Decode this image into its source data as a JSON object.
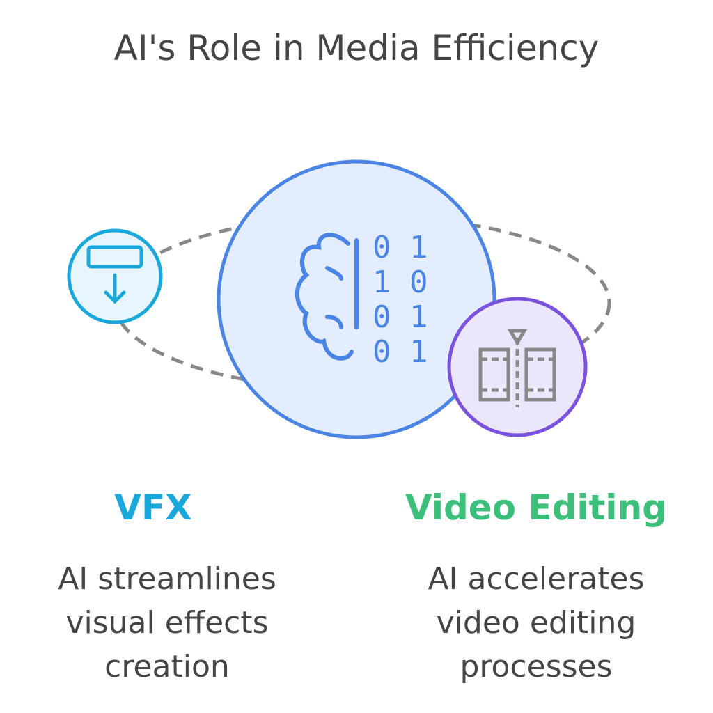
{
  "title": "AI's Role in Media Efficiency",
  "items": [
    {
      "heading": "VFX",
      "desc": "AI streamlines visual effects creation",
      "color": "#1aa8dc"
    },
    {
      "heading": "Video Editing",
      "desc": "AI accelerates video editing processes",
      "color": "#3cbf7a"
    }
  ],
  "center_binary": [
    "0 1",
    "1 0",
    "0 1",
    "0 1"
  ]
}
